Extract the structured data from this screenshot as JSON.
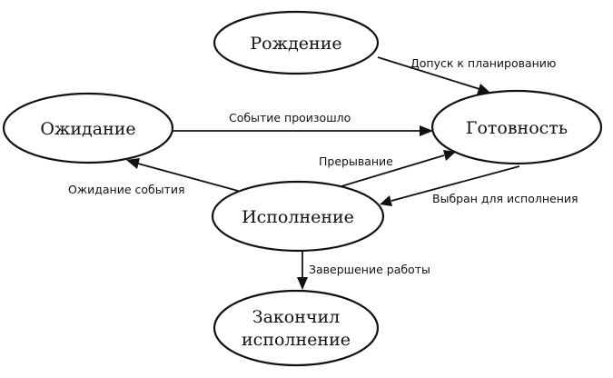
{
  "nodes": {
    "birth": "Рождение",
    "waiting": "Ожидание",
    "ready": "Готовность",
    "running": "Исполнение",
    "finished_line1": "Закончил",
    "finished_line2": "исполнение"
  },
  "edges": {
    "admit": "Допуск к планированию",
    "event_occurred": "Событие произошло",
    "interrupt": "Прерывание",
    "dispatch": "Выбран для исполнения",
    "wait_event": "Ожидание события",
    "exit": "Завершение работы"
  }
}
